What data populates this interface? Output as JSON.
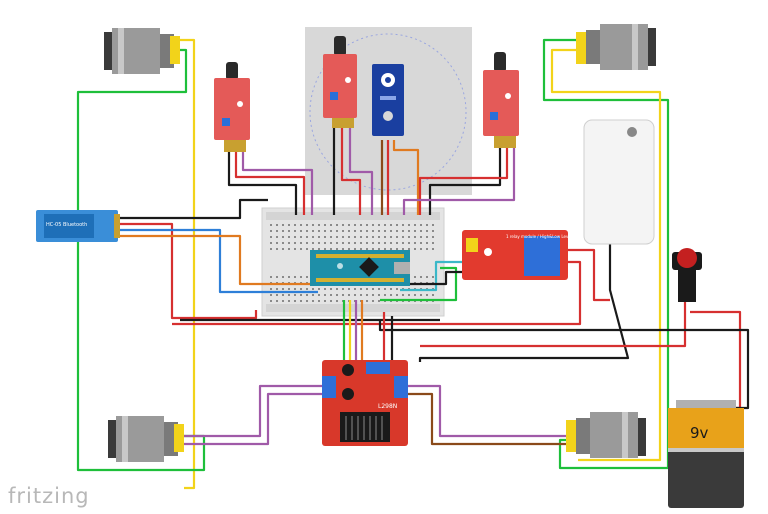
{
  "app": {
    "logo_text": "fritzing"
  },
  "components": {
    "bluetooth_label": "HC-05 Bluetooth",
    "relay_label": "1 relay module / High&Low Level Trigger",
    "battery_label": "9v",
    "driver_label": "L298N"
  },
  "colors": {
    "wire_red": "#d63030",
    "wire_black": "#1a1a1a",
    "wire_yellow": "#f2d31a",
    "wire_green": "#1ebf3a",
    "wire_blue": "#2e7fd8",
    "wire_purple": "#a05aa8",
    "wire_orange": "#e07a20",
    "wire_brown": "#8a4a1a",
    "wire_cyan": "#3ab8c8",
    "module_red": "#e23a2e",
    "arduino_teal": "#1e8fa8",
    "servo_blue": "#1a3fa0"
  }
}
